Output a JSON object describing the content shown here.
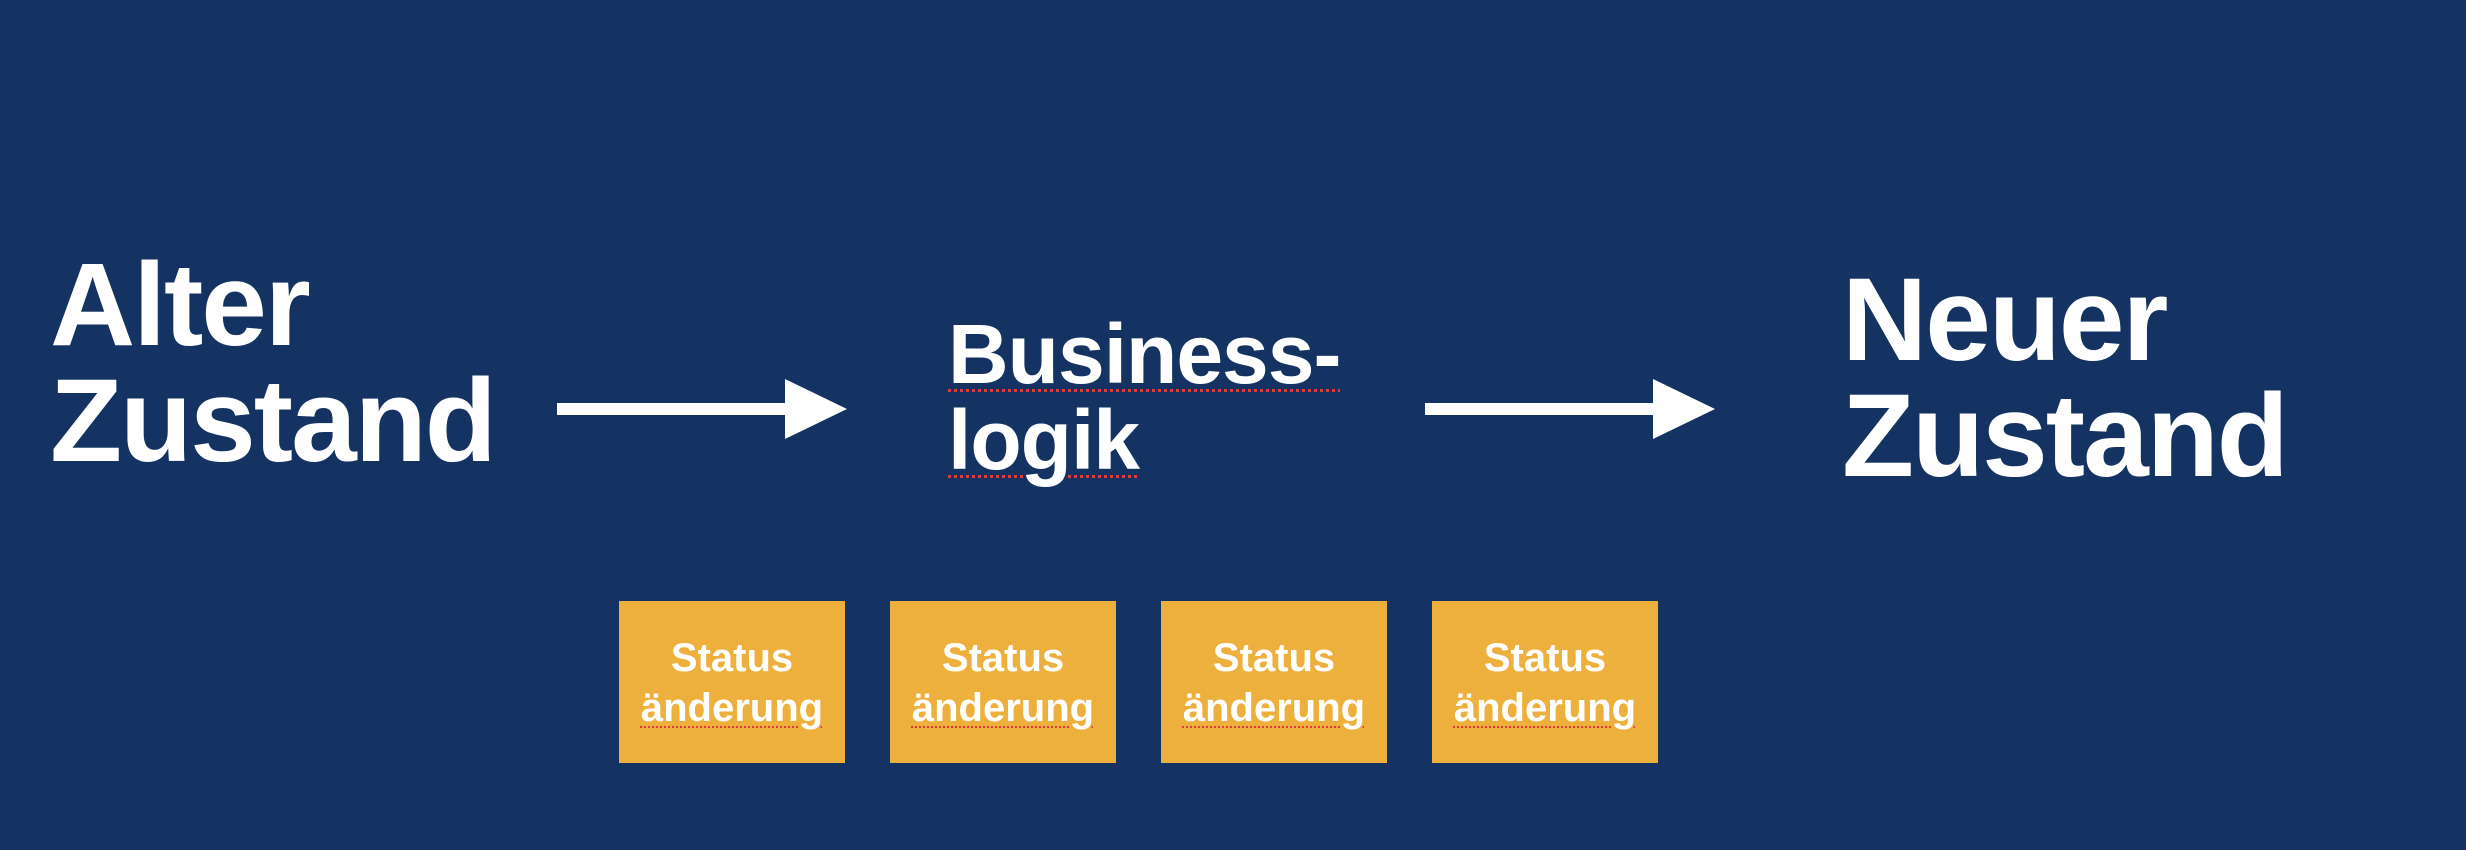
{
  "diagram": {
    "old_state": {
      "line1": "Alter",
      "line2": "Zustand"
    },
    "business_logic": {
      "line1": "Business-",
      "line2": "logik"
    },
    "new_state": {
      "line1": "Neuer",
      "line2": "Zustand"
    },
    "status_changes": [
      {
        "line1": "Status",
        "line2": "änderung"
      },
      {
        "line1": "Status",
        "line2": "änderung"
      },
      {
        "line1": "Status",
        "line2": "änderung"
      },
      {
        "line1": "Status",
        "line2": "änderung"
      }
    ]
  },
  "colors": {
    "background": "#143362",
    "text": "#ffffff",
    "status_box": "#eeb03d",
    "spellcheck_underline": "#e03a3a"
  }
}
